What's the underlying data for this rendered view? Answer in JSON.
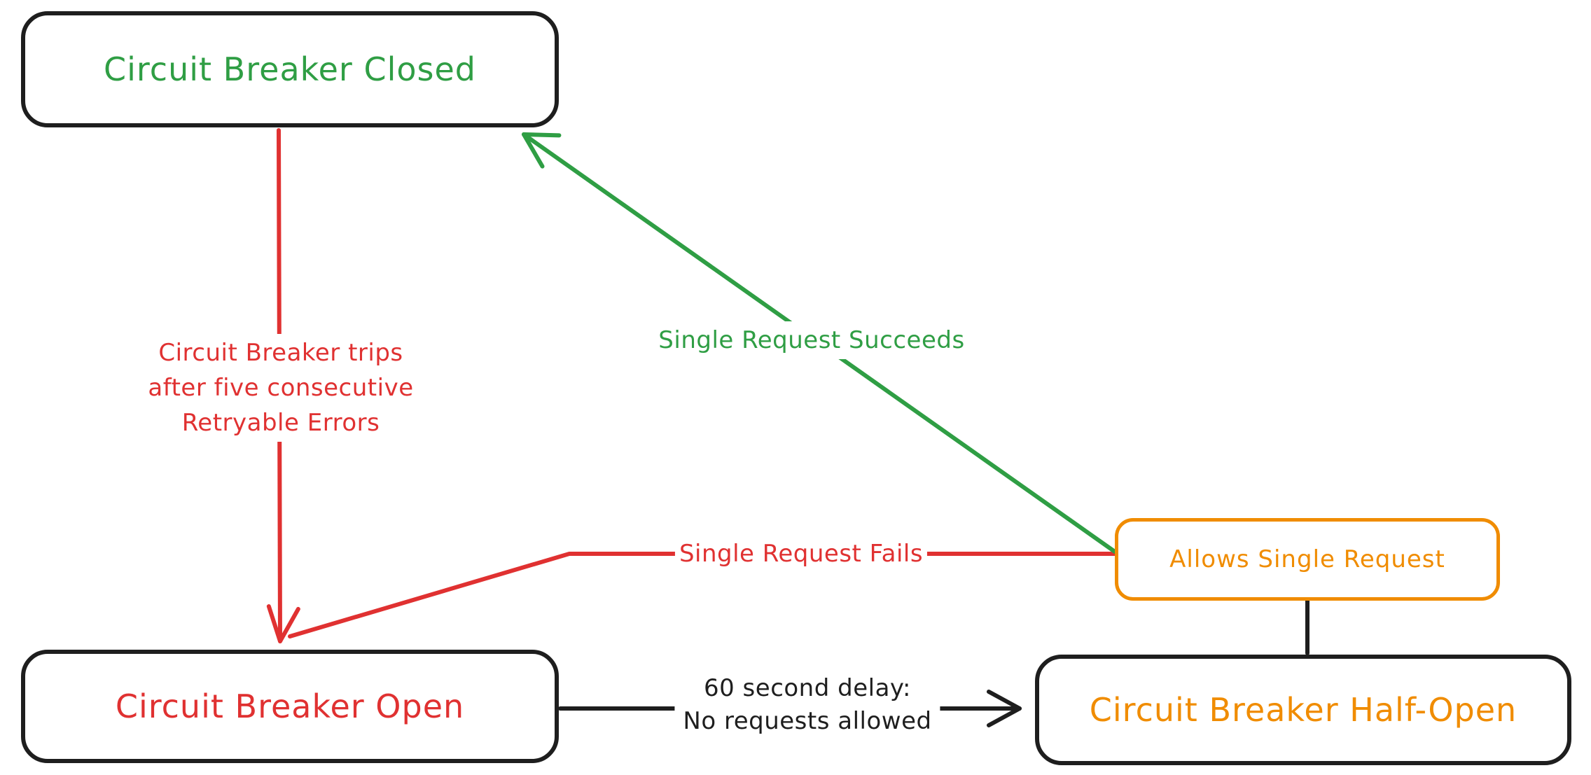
{
  "colors": {
    "green": "#2f9e44",
    "red": "#e03131",
    "orange": "#f08c00",
    "ink": "#1e1e1e",
    "background": "#ffffff"
  },
  "diagram": {
    "nodes": [
      {
        "id": "closed",
        "label": "Circuit Breaker Closed",
        "text_color": "#2f9e44",
        "border_color": "#1e1e1e"
      },
      {
        "id": "open",
        "label": "Circuit Breaker Open",
        "text_color": "#e03131",
        "border_color": "#1e1e1e"
      },
      {
        "id": "half-open",
        "label": "Circuit Breaker Half-Open",
        "text_color": "#f08c00",
        "border_color": "#1e1e1e"
      },
      {
        "id": "allows-single-request",
        "label": "Allows Single Request",
        "text_color": "#f08c00",
        "border_color": "#f08c00"
      }
    ],
    "edges": [
      {
        "id": "trip",
        "from": "closed",
        "to": "open",
        "color": "#e03131",
        "label_lines": [
          "Circuit Breaker trips",
          "after five consecutive",
          "Retryable Errors"
        ]
      },
      {
        "id": "single-request-succeeds",
        "from": "allows-single-request",
        "to": "closed",
        "color": "#2f9e44",
        "label": "Single Request Succeeds"
      },
      {
        "id": "single-request-fails",
        "from": "allows-single-request",
        "to": "open",
        "color": "#e03131",
        "label": "Single Request Fails"
      },
      {
        "id": "delay",
        "from": "open",
        "to": "half-open",
        "color": "#1e1e1e",
        "label_lines": [
          "60 second delay:",
          "No requests allowed"
        ]
      },
      {
        "id": "half-open-to-allows-link",
        "from": "half-open",
        "to": "allows-single-request",
        "color": "#1e1e1e"
      }
    ]
  }
}
